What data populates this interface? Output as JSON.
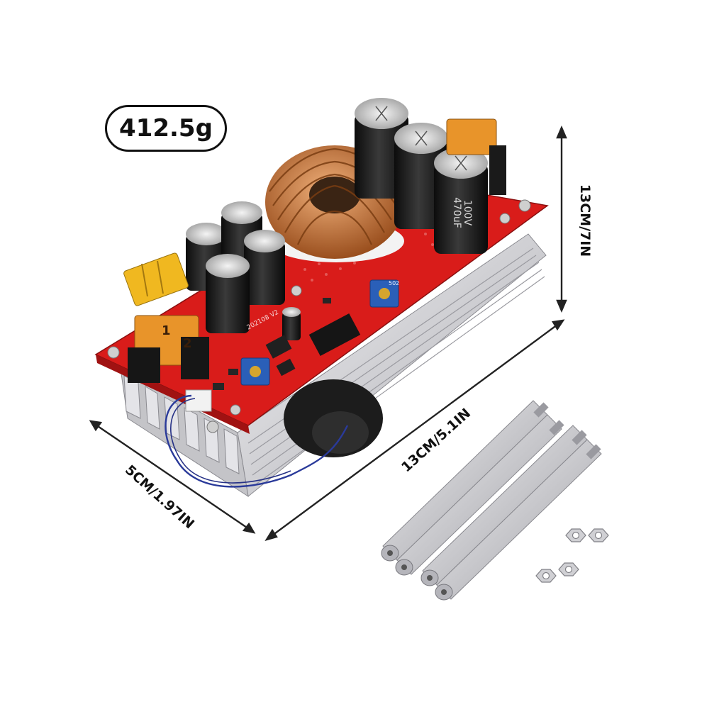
{
  "product": {
    "weight": "412.5g",
    "dimensions": {
      "height": "13CM/7IN",
      "depth": "5CM/1.97IN",
      "length": "13CM/5.1IN"
    },
    "capacitor_marking": {
      "capacitance": "470uF",
      "voltage": "100V"
    },
    "board_marking": "202108 V2",
    "trimmer_marking": "502",
    "terminals": [
      "1",
      "2"
    ],
    "accessories": {
      "standoffs": 4,
      "nuts": 4
    }
  },
  "colors": {
    "pcb": "#e0201e",
    "heatsink": "#d6d6d8",
    "copper": "#c8783a",
    "capacitor": "#1a1a1a",
    "fuse": "#f0b820",
    "terminal": "#e8942a",
    "trimmer": "#2a5fb8",
    "standoff": "#cfcfd3",
    "wire": "#2a3a9a"
  }
}
